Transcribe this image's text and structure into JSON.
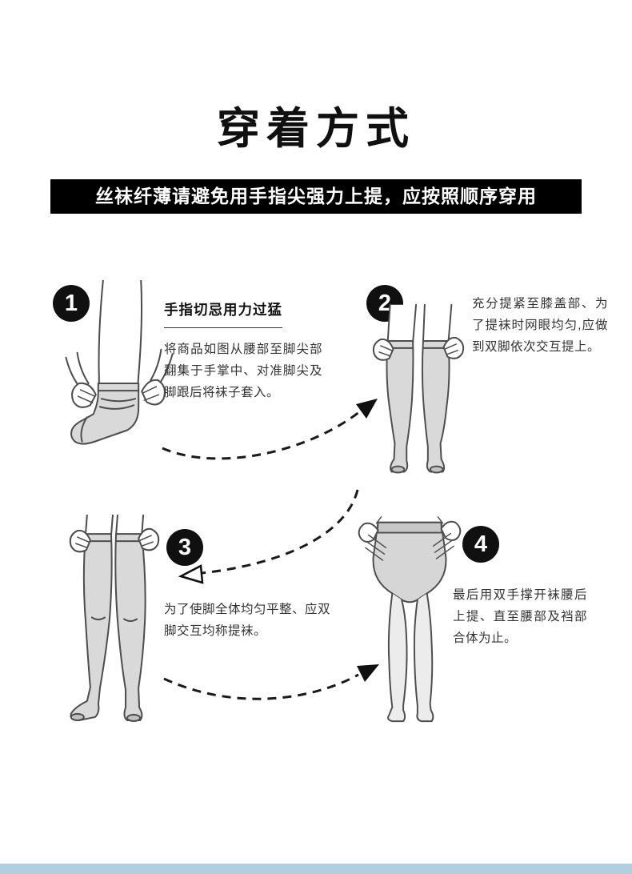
{
  "page": {
    "title": "穿着方式",
    "banner": "丝袜纤薄请避免用手指尖强力上提，应按照顺序穿用"
  },
  "steps": [
    {
      "number": "1",
      "heading": "手指切忌用力过猛",
      "text": "将商品如图从腰部至脚尖部翻集于手掌中、对准脚尖及脚跟后将袜子套入。",
      "illustration": "hands-pulling-sock-over-foot"
    },
    {
      "number": "2",
      "text": "充分提紧至膝盖部、为了提袜时网眼均匀,应做到双脚依次交互提上。",
      "illustration": "pulling-stockings-up-to-knees"
    },
    {
      "number": "3",
      "text": "为了使脚全体均匀平整、应双脚交互均称提袜。",
      "illustration": "pulling-stockings-up-thighs"
    },
    {
      "number": "4",
      "text": "最后用双手撑开袜腰后上提、直至腰部及裆部合体为止。",
      "illustration": "stretching-waistband-up-to-waist"
    }
  ],
  "colors": {
    "banner_bg": "#000000",
    "banner_text": "#ffffff",
    "badge_bg": "#101010",
    "stocking_gray": "#d9d9d9",
    "outline": "#4d4d4d",
    "bottom_bar": "#b2cfdf"
  }
}
